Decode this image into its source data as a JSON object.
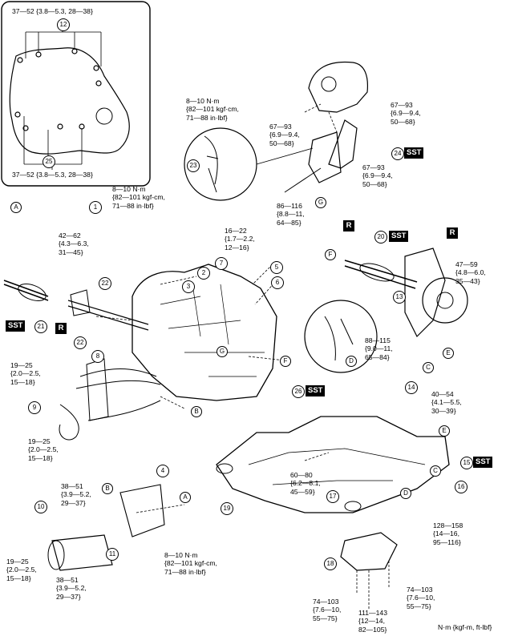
{
  "torque": {
    "inset_top": "37—52 {3.8—5.3, 28—38}",
    "inset_bottom": "37—52 {3.8—5.3, 28—38}",
    "t_8_10_a": "8—10 N·m\n{82—101 kgf·cm,\n71—88 in·lbf}",
    "t_8_10_b": "8—10 N·m\n{82—101 kgf-cm,\n71—88 in·lbf}",
    "t_8_10_c": "8—10 N·m\n{82—101 kgf-cm,\n71—88 in·lbf}",
    "t_67_93_a": "67—93\n{6.9—9.4,\n50—68}",
    "t_67_93_b": "67—93\n{6.9—9.4,\n50—68}",
    "t_67_93_c": "67—93\n{6.9—9.4,\n50—68}",
    "t_86_116": "86—116\n{8.8—11,\n64—85}",
    "t_16_22": "16—22\n{1.7—2.2,\n12—16}",
    "t_42_62": "42—62\n{4.3—6.3,\n31—45}",
    "t_47_59": "47—59\n{4.8—6.0,\n35—43}",
    "t_88_115": "88—115\n{9.0—11,\n65—84}",
    "t_19_25_a": "19—25\n{2.0—2.5,\n15—18}",
    "t_19_25_b": "19—25\n{2.0—2.5,\n15—18}",
    "t_19_25_c": "19—25\n{2.0—2.5,\n15—18}",
    "t_40_54": "40—54\n{4.1—5.5,\n30—39}",
    "t_60_80": "60—80\n{6.2—8.1,\n45—59}",
    "t_128_158": "128—158\n{14—16,\n95—116}",
    "t_38_51_a": "38—51\n{3.9—5.2,\n29—37}",
    "t_38_51_b": "38—51\n{3.9—5.2,\n29—37}",
    "t_74_103_a": "74—103\n{7.6—10,\n55—75}",
    "t_74_103_b": "74—103\n{7.6—10,\n55—75}",
    "t_111_143": "111—143\n{12—14,\n82—105}"
  },
  "numbers": {
    "n1": "1",
    "n2": "2",
    "n3": "3",
    "n4": "4",
    "n5": "5",
    "n6": "6",
    "n7": "7",
    "n8": "8",
    "n9": "9",
    "n10": "10",
    "n11": "11",
    "n12": "12",
    "n13": "13",
    "n14": "14",
    "n15": "15",
    "n16": "16",
    "n17": "17",
    "n18": "18",
    "n19": "19",
    "n20": "20",
    "n21": "21",
    "n22a": "22",
    "n22b": "22",
    "n23": "23",
    "n24": "24",
    "n25": "25",
    "n26": "26"
  },
  "letters": {
    "a1": "A",
    "a2": "A",
    "b1": "B",
    "b2": "B",
    "c1": "C",
    "c2": "C",
    "d1": "D",
    "d2": "D",
    "e1": "E",
    "e2": "E",
    "f1": "F",
    "f2": "F",
    "g1": "G",
    "g2": "G"
  },
  "tags": {
    "sst": "SST",
    "r": "R"
  },
  "units_note": "N·m {kgf-m, ft-lbf}"
}
